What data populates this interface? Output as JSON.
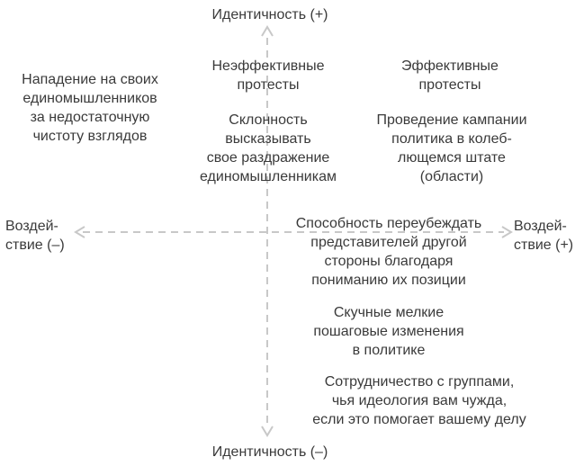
{
  "axes": {
    "top": "Идентичность (+)",
    "bottom": "Идентичность (–)",
    "left": "Воздей-\nствие (–)",
    "right": "Воздей-\nствие (+)",
    "line_color": "#c8c8c8"
  },
  "items": {
    "attack_likeminded": "Нападение на своих\nединомышленников\nза недостаточную\nчистоту взглядов",
    "ineffective_protests": "Неэффективные\nпротесты",
    "effective_protests": "Эффективные\nпротесты",
    "express_irritation": "Склонность\nвысказывать\nсвое раздражение\nединомышленникам",
    "campaign": "Проведение кампании\nполитика в колеб-\nлющемся штате\n(области)",
    "persuade": "Способность переубеждать\nпредставителей другой\nстороны благодаря\nпониманию их позиции",
    "boring_changes": "Скучные мелкие\nпошаговые изменения\nв политике",
    "cooperation": "Сотрудничество с группами,\nчья идеология вам чужда,\nесли это помогает вашему делу"
  }
}
